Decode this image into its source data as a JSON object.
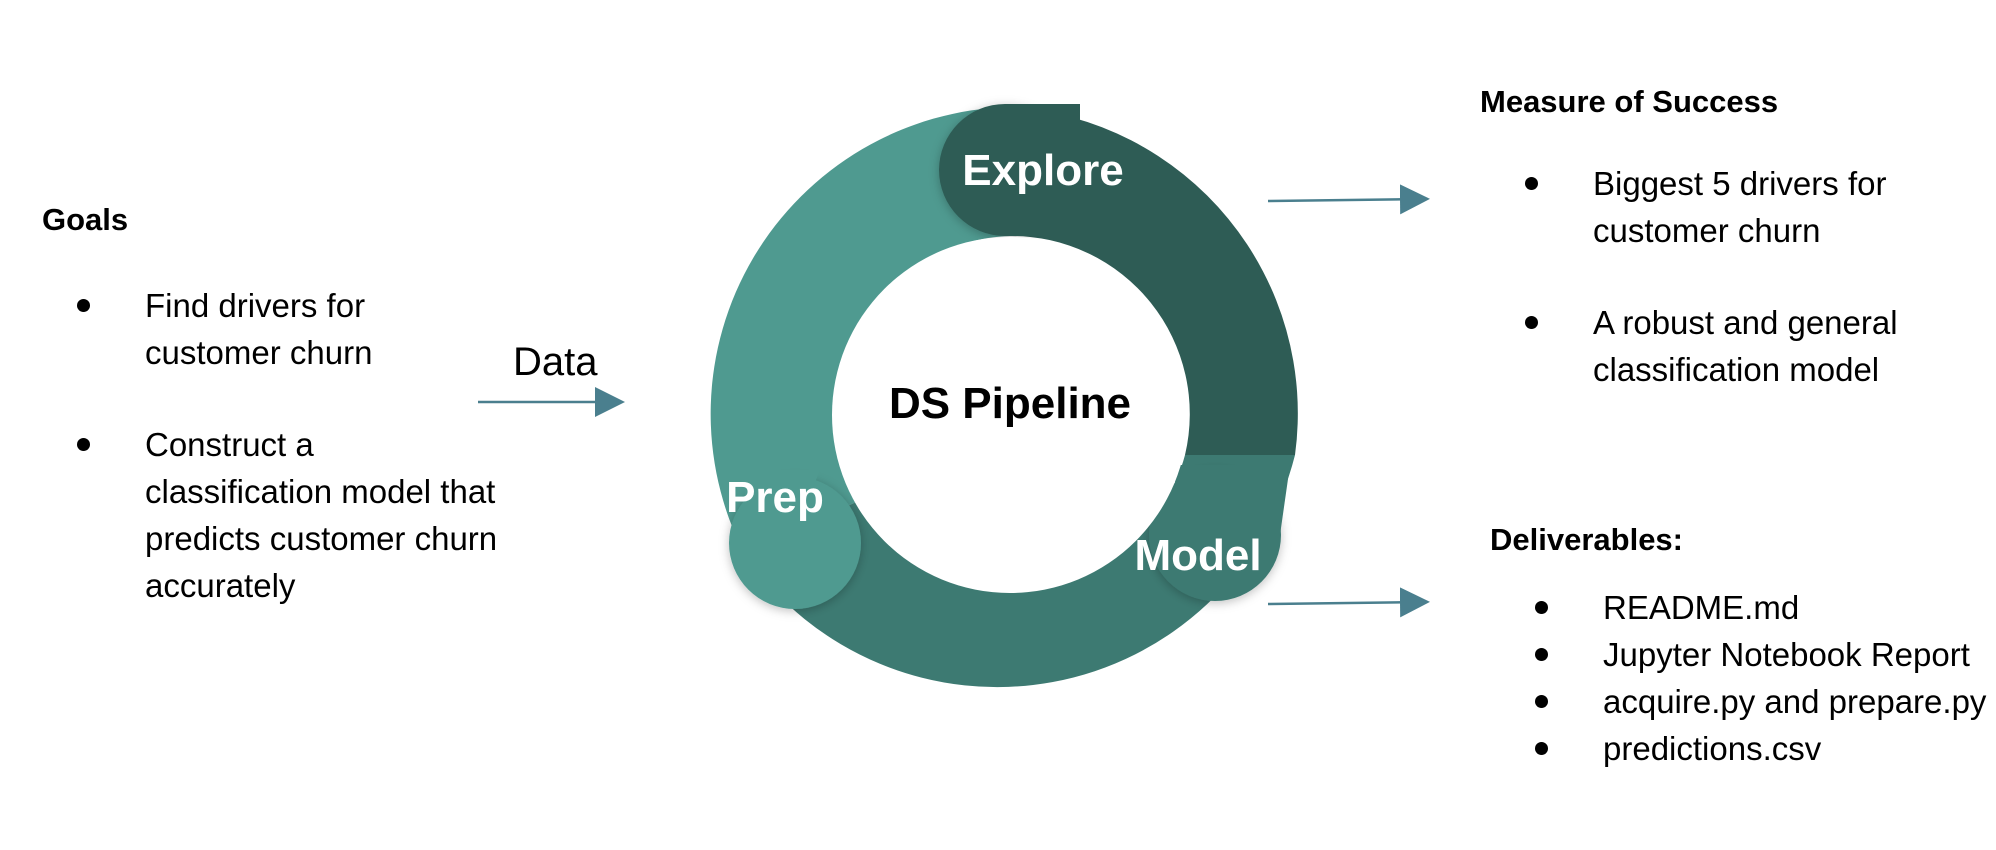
{
  "goals": {
    "heading": "Goals",
    "items": [
      "Find drivers for customer churn",
      "Construct a classification model that predicts customer churn accurately"
    ]
  },
  "input_label": "Data",
  "pipeline": {
    "center": "DS Pipeline",
    "stages": [
      "Explore",
      "Model",
      "Prep"
    ],
    "colors": {
      "explore": "#2e5c55",
      "model": "#3d7a72",
      "prep": "#4f9a90",
      "arrow": "#4a7f8e"
    }
  },
  "measure_of_success": {
    "heading": "Measure of Success",
    "items": [
      "Biggest 5 drivers for customer churn",
      "A robust and general classification model"
    ]
  },
  "deliverables": {
    "heading": "Deliverables:",
    "items": [
      "README.md",
      "Jupyter Notebook Report",
      "acquire.py and prepare.py",
      "predictions.csv"
    ]
  }
}
